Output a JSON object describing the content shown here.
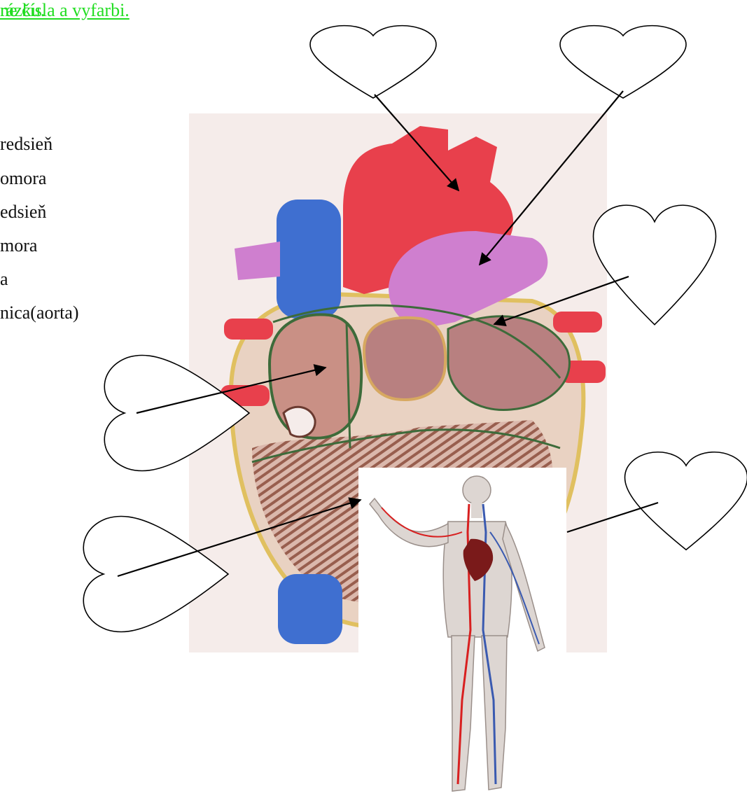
{
  "instructions": [
    "rázku.",
    "ne čísla a vyfarbi."
  ],
  "legend": [
    "redsieň",
    "omora",
    "edsieň",
    "mora",
    "a",
    "nica(aorta)"
  ],
  "colors": {
    "instruction_text": "#22dd22",
    "artery_red": "#e8404c",
    "vein_blue": "#3f6fd0",
    "pulmonary_violet": "#cf7fcf",
    "muscle": "#b88080",
    "nerve_green": "#3d6b3a"
  },
  "icons": {
    "label_placeholder": "heart-outline-icon"
  }
}
